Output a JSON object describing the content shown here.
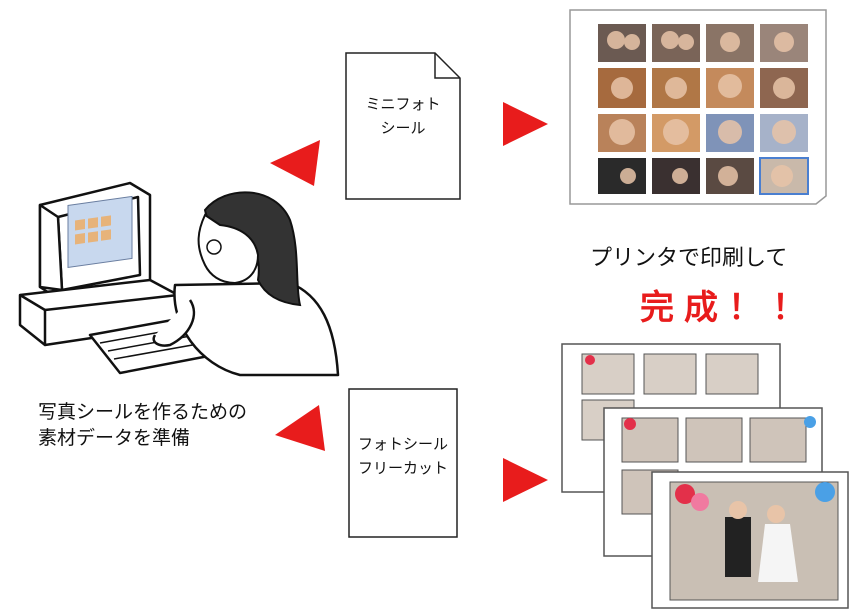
{
  "step_left": {
    "caption_line1": "写真シールを作るための",
    "caption_line2": "素材データを準備"
  },
  "doc_top": {
    "label": "ミニフォト\nシール"
  },
  "doc_bottom": {
    "label": "フォトシール\nフリーカット"
  },
  "result": {
    "print_text": "プリンタで印刷して",
    "complete_text": "完成！！"
  },
  "colors": {
    "arrow": "#e81c1c",
    "complete": "#e81c1c"
  }
}
